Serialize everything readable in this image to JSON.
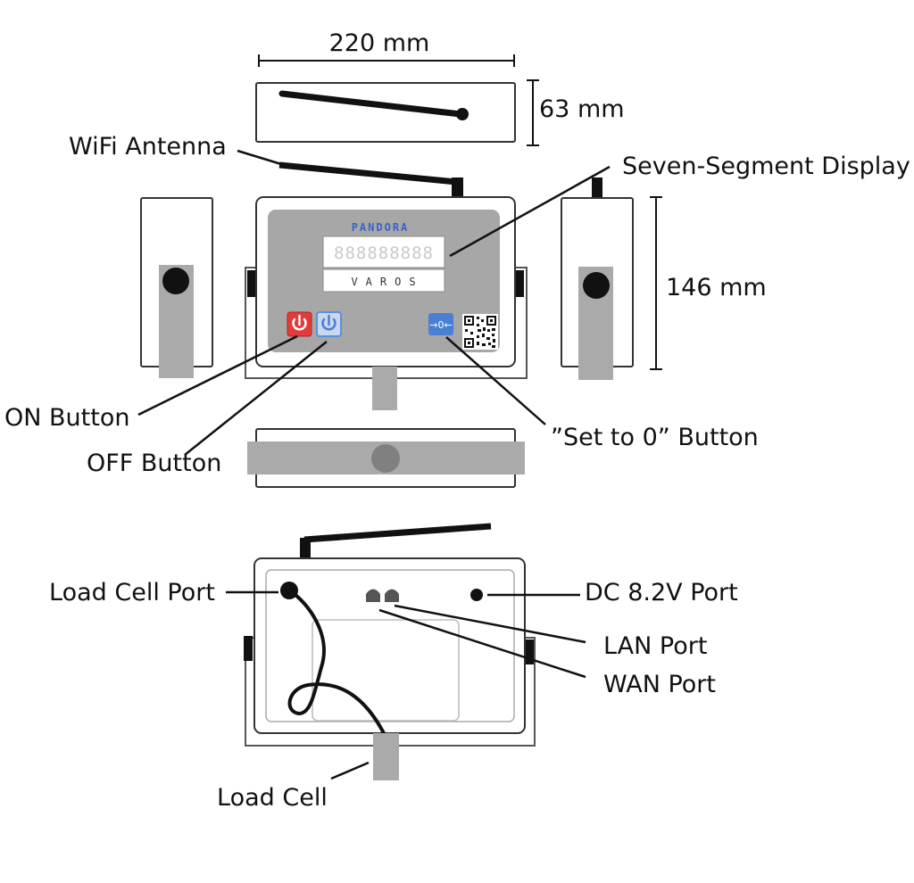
{
  "dimensions": {
    "width": "220 mm",
    "depth": "63 mm",
    "height": "146 mm"
  },
  "device": {
    "brand": "PANDORA",
    "display_digits": "888888888",
    "model": "VAROS"
  },
  "labels": {
    "wifi_antenna": "WiFi Antenna",
    "seven_segment_display": "Seven-Segment Display",
    "on_button": "ON Button",
    "off_button": "OFF Button",
    "set_to_zero_button": "”Set to 0” Button",
    "load_cell_port": "Load Cell Port",
    "dc_port": "DC 8.2V Port",
    "lan_port": "LAN Port",
    "wan_port": "WAN Port",
    "load_cell": "Load Cell"
  },
  "icons": {
    "on_button": "power-icon",
    "off_button": "power-icon",
    "set_to_zero": "zero-arrows-icon",
    "qr": "qr-code-icon"
  },
  "colors": {
    "on_button": "#e23b3b",
    "off_button": "#5b8fd6",
    "set_to_zero": "#4a7fd4",
    "panel": "#a7a7a7",
    "bracket": "#aaaaaa",
    "leader": "#111111"
  }
}
